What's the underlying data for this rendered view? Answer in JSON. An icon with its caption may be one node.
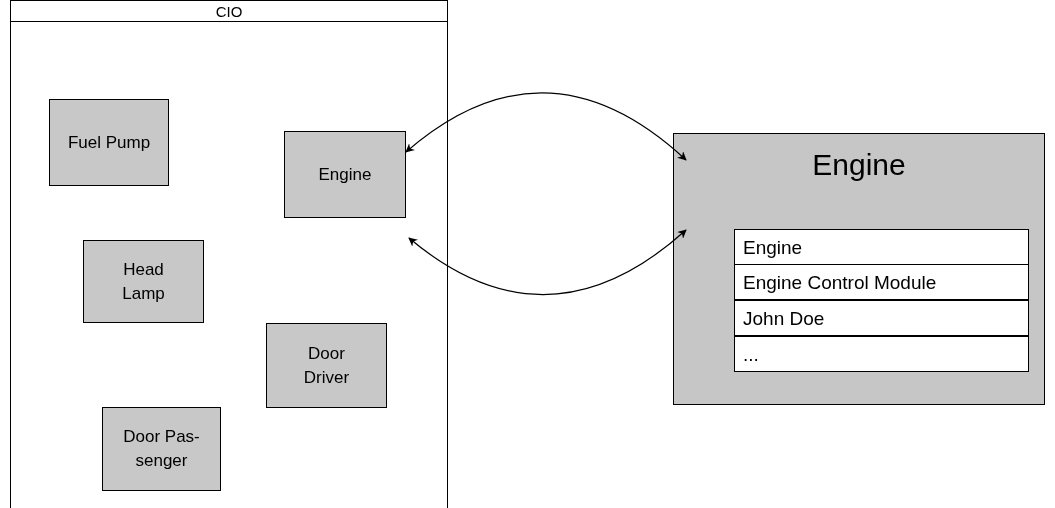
{
  "diagram": {
    "nodes": [
      {
        "text": [
          "CIO"
        ]
      },
      {
        "text": [
          "Fuel Pump"
        ],
        "in": 0
      },
      {
        "text": [
          "Engine"
        ],
        "in": 0
      },
      {
        "text": [
          "Head Lamp"
        ],
        "in": 0
      },
      {
        "text": [
          "Door Driver"
        ],
        "in": 0
      },
      {
        "text": [
          "Door Pas-senger"
        ],
        "in": 0
      },
      {
        "text": [
          "Engine"
        ]
      },
      {
        "text": [
          "Engine"
        ],
        "in": 6
      },
      {
        "text": [
          "Engine Control Module"
        ],
        "in": 6
      },
      {
        "text": [
          "John Doe"
        ],
        "in": 6
      },
      {
        "text": [
          "..."
        ],
        "in": 6
      }
    ],
    "edges": [
      {
        "from": 2,
        "to": 6,
        "arrow": "both"
      },
      {
        "from": 2,
        "to": 6,
        "arrow": "both"
      }
    ]
  }
}
